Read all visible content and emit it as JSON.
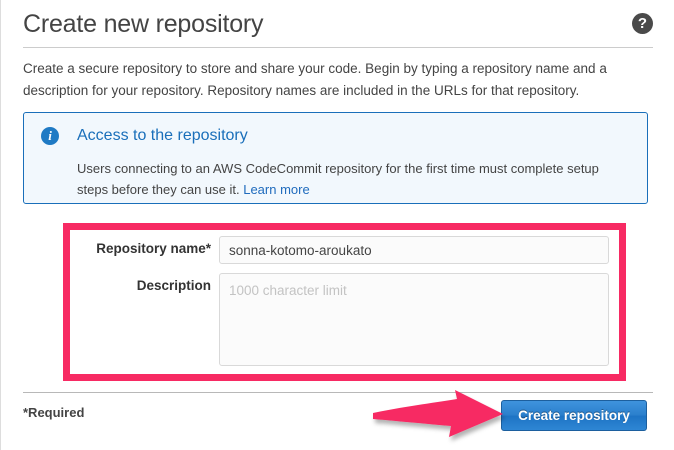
{
  "header": {
    "title": "Create new repository",
    "help_icon": "question-mark-icon",
    "help_label": "?"
  },
  "intro": {
    "text": "Create a secure repository to store and share your code. Begin by typing a repository name and a description for your repository. Repository names are included in the URLs for that repository."
  },
  "info_box": {
    "icon": "info-icon",
    "icon_glyph": "i",
    "title": "Access to the repository",
    "body": "Users connecting to an AWS CodeCommit repository for the first time must complete setup steps before they can use it. ",
    "link_label": "Learn more"
  },
  "form": {
    "name_field": {
      "label": "Repository name*",
      "value": "sonna-kotomo-aroukato",
      "placeholder": ""
    },
    "description_field": {
      "label": "Description",
      "value": "",
      "placeholder": "1000 character limit"
    }
  },
  "footer": {
    "required_note": "*Required",
    "submit_label": "Create repository"
  },
  "annotations": {
    "highlight_color": "#f72a63",
    "arrow_color": "#f72a63",
    "arrow_name": "pink-arrow-pointing-to-create-repository"
  },
  "colors": {
    "accent_blue": "#1a6fba",
    "button_blue": "#2a7fcc",
    "info_bg": "#f2f8fd",
    "link_blue": "#1f6bbd"
  }
}
